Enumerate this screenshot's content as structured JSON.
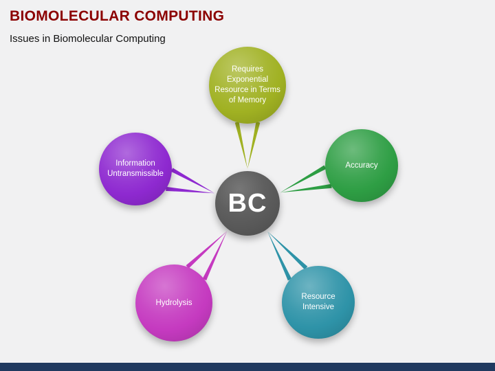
{
  "slide": {
    "title": "BIOMOLECULAR COMPUTING",
    "subtitle": "Issues in Biomolecular Computing",
    "title_color": "#8B0000",
    "background_color": "#F1F1F2",
    "footer_color": "#20395F"
  },
  "diagram": {
    "center": {
      "label": "BC",
      "color": "#595959"
    },
    "nodes": [
      {
        "id": "memory",
        "label": "Requires Exponential Resource in Terms of Memory",
        "color": "#A0B122"
      },
      {
        "id": "accuracy",
        "label": "Accuracy",
        "color": "#2E9E44"
      },
      {
        "id": "information",
        "label": "Information Untransmissible",
        "color": "#8E29D0"
      },
      {
        "id": "hydrolysis",
        "label": "Hydrolysis",
        "color": "#C53AC0"
      },
      {
        "id": "resource",
        "label": "Resource Intensive",
        "color": "#2E93A8"
      }
    ]
  }
}
